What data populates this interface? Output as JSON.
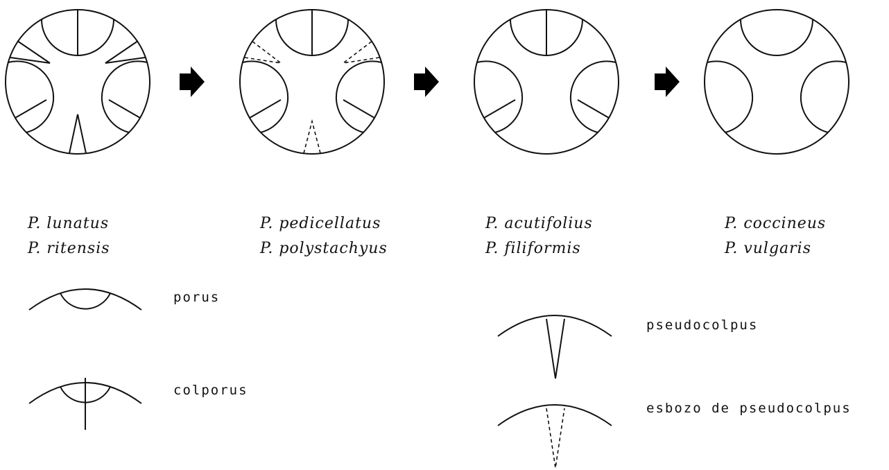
{
  "species_groups": [
    {
      "names": [
        "P. lunatus",
        "P. ritensis"
      ]
    },
    {
      "names": [
        "P. pedicellatus",
        "P. polystachyus"
      ]
    },
    {
      "names": [
        "P. acutifolius",
        "P. filiformis"
      ]
    },
    {
      "names": [
        "P. coccineus",
        "P. vulgaris"
      ]
    }
  ],
  "legend": {
    "porus": "porus",
    "colporus": "colporus",
    "pseudocolpus": "pseudocolpus",
    "esbozo": "esbozo de pseudocolpus"
  },
  "colors": {
    "stroke": "#111111",
    "arrow": "#000000"
  }
}
